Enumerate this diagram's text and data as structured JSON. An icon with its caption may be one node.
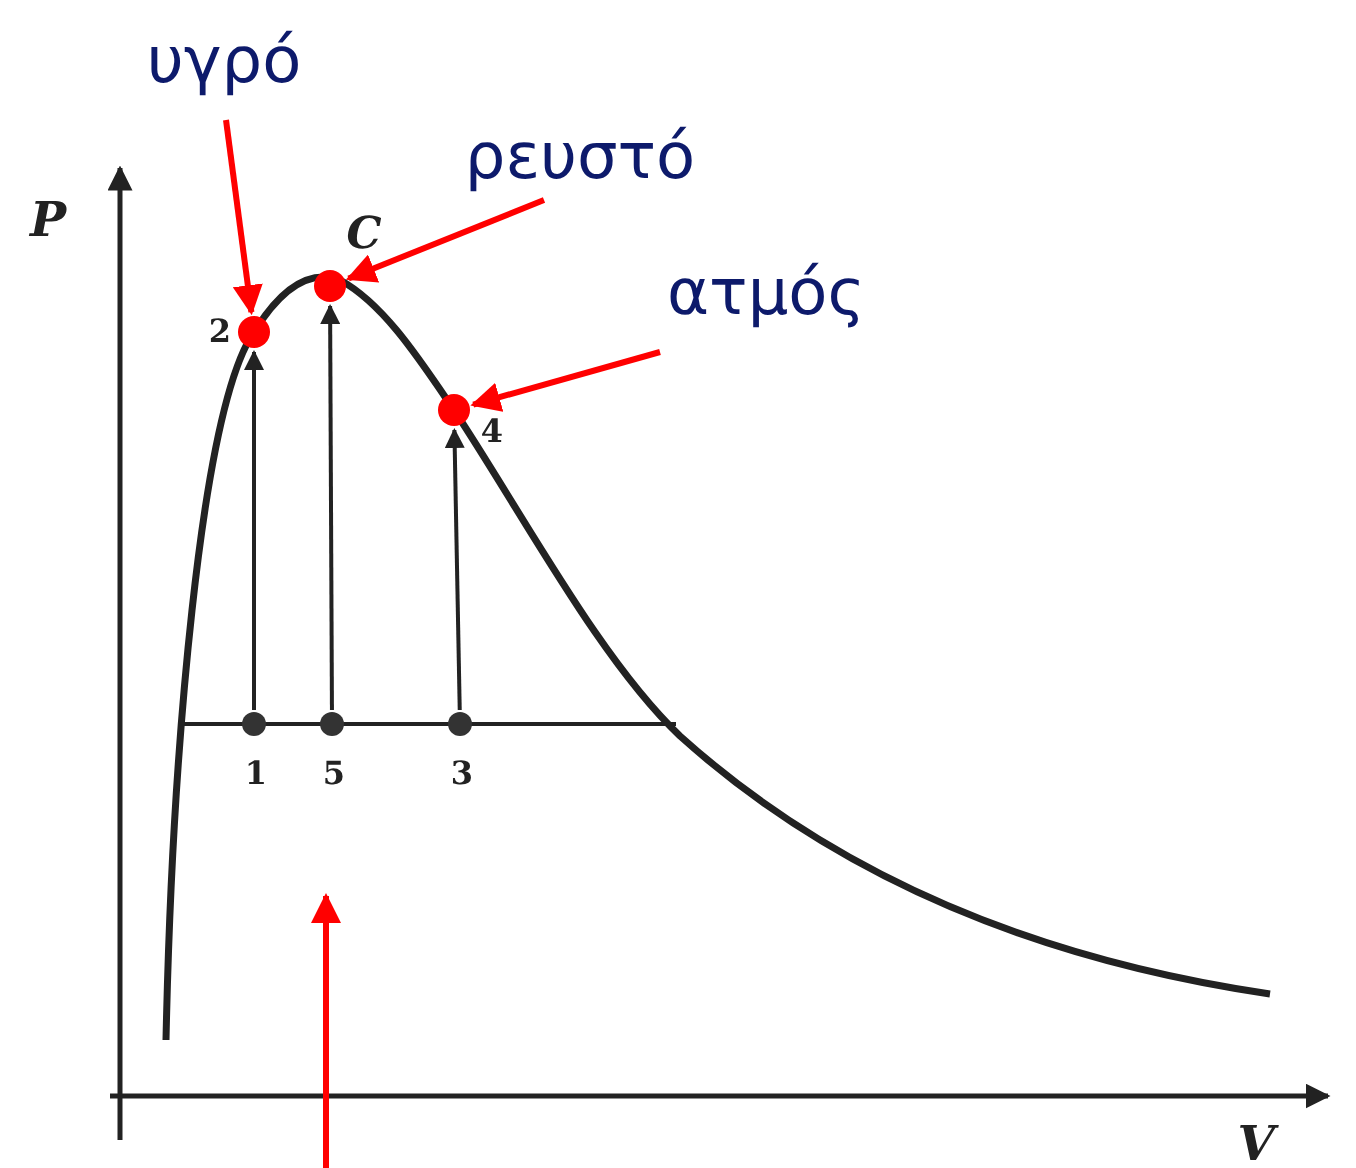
{
  "diagram": {
    "nodes": [
      {
        "text": [
          "υγρό"
        ]
      },
      {
        "text": [
          "ρευστό"
        ]
      },
      {
        "text": [],
        "shape": "circle",
        "beside": [
          "C"
        ]
      },
      {
        "text": [
          "ατμός"
        ]
      },
      {
        "text": [],
        "shape": "circle",
        "beside": [
          "2"
        ]
      },
      {
        "text": [],
        "shape": "circle",
        "beside": [
          "4"
        ]
      },
      {
        "text": [],
        "shape": "circle",
        "beside": [
          "1"
        ]
      },
      {
        "text": [],
        "shape": "circle",
        "beside": [
          "5"
        ]
      },
      {
        "text": [],
        "shape": "circle",
        "beside": [
          "3"
        ]
      }
    ],
    "edges": [
      {
        "from": 0,
        "to": 4,
        "arrow": "to",
        "color": "#ff0000"
      },
      {
        "from": 1,
        "to": 2,
        "arrow": "to",
        "color": "#ff0000"
      },
      {
        "from": 3,
        "to": 5,
        "arrow": "to",
        "color": "#ff0000"
      },
      {
        "from": 6,
        "to": 4,
        "arrow": "to",
        "color": "#222222"
      },
      {
        "from": 7,
        "to": 2,
        "arrow": "to",
        "color": "#222222"
      },
      {
        "from": 8,
        "to": 5,
        "arrow": "to",
        "color": "#222222"
      }
    ],
    "labels": [
      "P",
      "V"
    ]
  }
}
